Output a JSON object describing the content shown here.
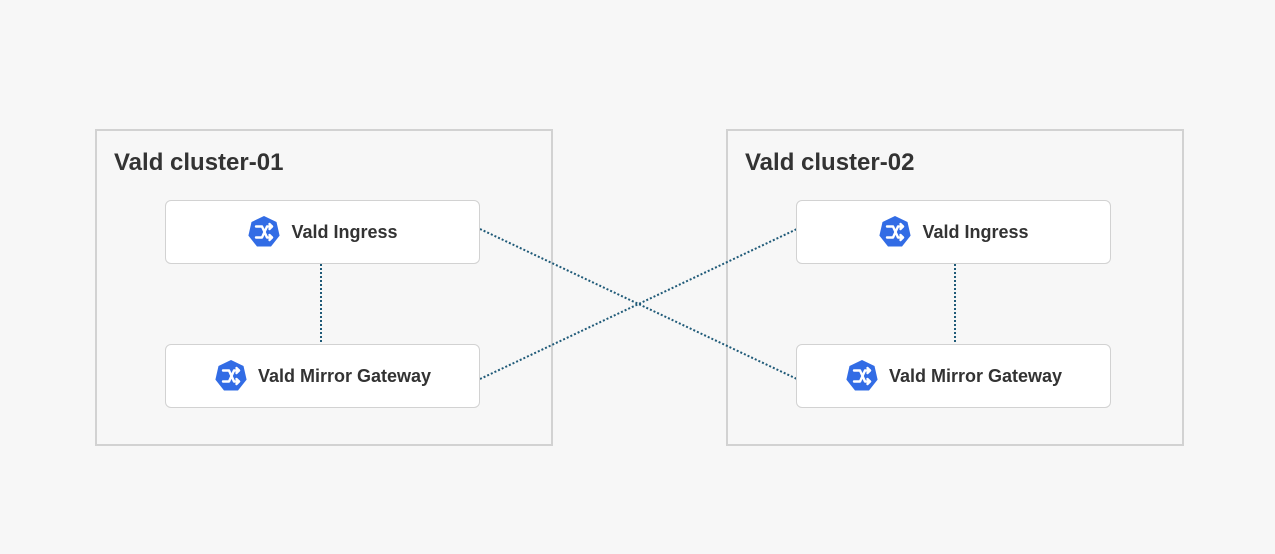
{
  "colors": {
    "background": "#f7f7f7",
    "cluster_border": "#d2d2d2",
    "node_background": "#ffffff",
    "icon_fill": "#326ce5",
    "connector": "#1f5a78",
    "text": "#333333"
  },
  "clusters": [
    {
      "title": "Vald cluster-01",
      "nodes": [
        {
          "label": "Vald Ingress",
          "icon": "shuffle-heptagon-icon"
        },
        {
          "label": "Vald Mirror Gateway",
          "icon": "shuffle-heptagon-icon"
        }
      ]
    },
    {
      "title": "Vald cluster-02",
      "nodes": [
        {
          "label": "Vald Ingress",
          "icon": "shuffle-heptagon-icon"
        },
        {
          "label": "Vald Mirror Gateway",
          "icon": "shuffle-heptagon-icon"
        }
      ]
    }
  ],
  "connections": [
    {
      "from": "Vald cluster-01 / Vald Ingress",
      "to": "Vald cluster-01 / Vald Mirror Gateway",
      "style": "dotted"
    },
    {
      "from": "Vald cluster-02 / Vald Ingress",
      "to": "Vald cluster-02 / Vald Mirror Gateway",
      "style": "dotted"
    },
    {
      "from": "Vald cluster-01 / Vald Ingress",
      "to": "Vald cluster-02 / Vald Mirror Gateway",
      "style": "dotted"
    },
    {
      "from": "Vald cluster-01 / Vald Mirror Gateway",
      "to": "Vald cluster-02 / Vald Ingress",
      "style": "dotted"
    }
  ]
}
